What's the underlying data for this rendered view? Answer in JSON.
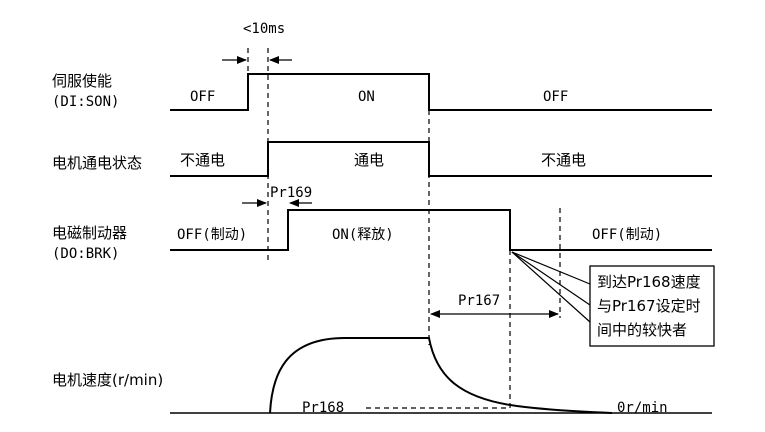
{
  "signals": {
    "servo_enable": {
      "label_line1": "伺服使能",
      "label_line2": "(DI:SON)",
      "off_left": "OFF",
      "on": "ON",
      "off_right": "OFF"
    },
    "motor_power": {
      "label": "电机通电状态",
      "off_left": "不通电",
      "on": "通电",
      "off_right": "不通电"
    },
    "brake": {
      "label_line1": "电磁制动器",
      "label_line2": "(DO:BRK)",
      "off_left": "OFF(制动)",
      "on": "ON(释放)",
      "off_right": "OFF(制动)"
    },
    "speed": {
      "label": "电机速度(r/min)",
      "pr168": "Pr168",
      "zero": "0r/min"
    }
  },
  "timings": {
    "lt10ms": "<10ms",
    "pr169": "Pr169",
    "pr167": "Pr167"
  },
  "note": {
    "line1": "到达Pr168速度",
    "line2": "与Pr167设定时",
    "line3": "间中的较快者"
  }
}
